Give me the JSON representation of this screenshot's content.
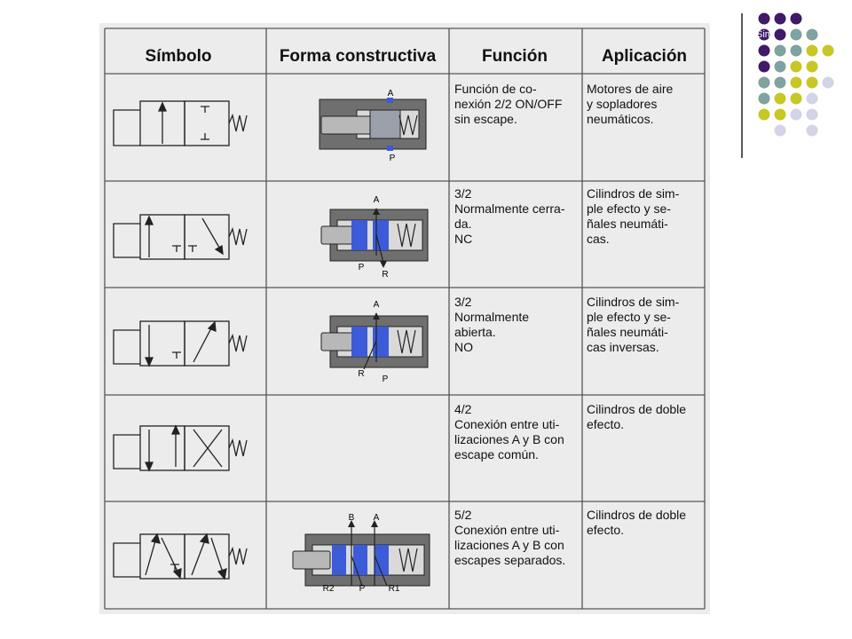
{
  "slide_title": "Sim",
  "colors": {
    "purple": "#3e1a67",
    "teal": "#7fa39f",
    "yellow": "#c7c726",
    "lavender": "#d4d4e8",
    "spool_blue": "#3c5bd8",
    "table_bg": "#ececec"
  },
  "table": {
    "headers": [
      "Símbolo",
      "Forma constructiva",
      "Función",
      "Aplicación"
    ],
    "rows": [
      {
        "funcion": "Función de co-\nnexión 2/2 ON/OFF\nsin escape.",
        "aplicacion": "Motores de aire\ny sopladores\nneumáticos.",
        "ports_top": [
          "A"
        ],
        "ports_bottom": [
          "P"
        ]
      },
      {
        "funcion": "3/2\nNormalmente cerra-\nda.\nNC",
        "aplicacion": "Cilindros de sim-\nple efecto y se-\nñales neumáti-\ncas.",
        "ports_top": [
          "A"
        ],
        "ports_bottom": [
          "P",
          "R"
        ]
      },
      {
        "funcion": "3/2\nNormalmente\nabierta.\nNO",
        "aplicacion": "Cilindros de sim-\nple efecto y se-\nñales neumáti-\ncas inversas.",
        "ports_top": [
          "A"
        ],
        "ports_bottom": [
          "R",
          "P"
        ]
      },
      {
        "funcion": "4/2\nConexión entre uti-\nlizaciones A y B con\nescape común.",
        "aplicacion": "Cilindros de doble\nefecto.",
        "ports_top": [],
        "ports_bottom": []
      },
      {
        "funcion": "5/2\nConexión entre uti-\nlizaciones A y B con\nescapes separados.",
        "aplicacion": "Cilindros de doble\nefecto.",
        "ports_top": [
          "B",
          "A"
        ],
        "ports_bottom": [
          "R2",
          "P",
          "R1"
        ]
      }
    ]
  }
}
